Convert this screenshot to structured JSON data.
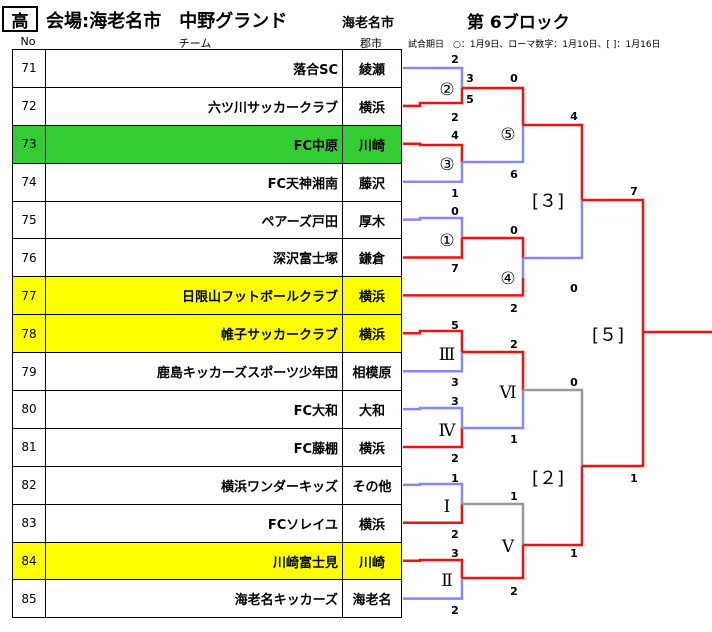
{
  "header": {
    "box": "高",
    "venue": "会場:海老名市　中野グランド",
    "city": "海老名市",
    "block": "第 6ブロック",
    "col_no": "No",
    "col_team": "チーム",
    "col_city": "郡市",
    "legend": "試合期日　○：1月9日、ローマ数字：1月10日、[ ]：1月16日"
  },
  "colors": {
    "win_line": "#ee1111",
    "blue_line": "#8888ee",
    "gray_line": "#999999",
    "green_row": "#33cc33",
    "yellow_row": "#ffff00"
  },
  "teams": [
    {
      "no": "71",
      "name": "落合SC",
      "city": "綾瀬",
      "hl": ""
    },
    {
      "no": "72",
      "name": "六ツ川サッカークラブ",
      "city": "横浜",
      "hl": ""
    },
    {
      "no": "73",
      "name": "FC中原",
      "city": "川崎",
      "hl": "green"
    },
    {
      "no": "74",
      "name": "FC天神湘南",
      "city": "藤沢",
      "hl": ""
    },
    {
      "no": "75",
      "name": "ペアーズ戸田",
      "city": "厚木",
      "hl": ""
    },
    {
      "no": "76",
      "name": "深沢富士塚",
      "city": "鎌倉",
      "hl": ""
    },
    {
      "no": "77",
      "name": "日限山フットボールクラブ",
      "city": "横浜",
      "hl": "yellow"
    },
    {
      "no": "78",
      "name": "帷子サッカークラブ",
      "city": "横浜",
      "hl": "yellow"
    },
    {
      "no": "79",
      "name": "鹿島キッカーズスポーツ少年団",
      "city": "相模原",
      "hl": ""
    },
    {
      "no": "80",
      "name": "FC大和",
      "city": "大和",
      "hl": ""
    },
    {
      "no": "81",
      "name": "FC藤棚",
      "city": "横浜",
      "hl": ""
    },
    {
      "no": "82",
      "name": "横浜ワンダーキッズ",
      "city": "その他",
      "hl": ""
    },
    {
      "no": "83",
      "name": "FCソレイユ",
      "city": "横浜",
      "hl": ""
    },
    {
      "no": "84",
      "name": "川崎富士見",
      "city": "川崎",
      "hl": "yellow"
    },
    {
      "no": "85",
      "name": "海老名キッカーズ",
      "city": "海老名",
      "hl": ""
    }
  ],
  "matches": [
    {
      "id": "m2",
      "label": "②",
      "scores": [
        "3",
        "5"
      ],
      "entry_scores": [
        "2",
        "2"
      ]
    },
    {
      "id": "m3",
      "label": "③",
      "scores": [
        "4",
        "1"
      ]
    },
    {
      "id": "m1",
      "label": "①",
      "scores": [
        "0",
        "7"
      ]
    },
    {
      "id": "m5",
      "label": "⑤",
      "scores": [
        "0",
        "6"
      ]
    },
    {
      "id": "m4",
      "label": "④",
      "scores": [
        "0",
        "2"
      ]
    },
    {
      "id": "b3",
      "label": "[３]",
      "scores": [
        "4",
        "0"
      ]
    },
    {
      "id": "m_iii",
      "label": "Ⅲ",
      "scores": [
        "5",
        "3"
      ]
    },
    {
      "id": "m_iv",
      "label": "Ⅳ",
      "scores": [
        "3",
        "2"
      ]
    },
    {
      "id": "m_vi",
      "label": "Ⅵ",
      "scores": [
        "2",
        "1"
      ]
    },
    {
      "id": "m_i",
      "label": "Ⅰ",
      "scores": [
        "1",
        "2"
      ]
    },
    {
      "id": "m_ii",
      "label": "Ⅱ",
      "scores": [
        "3",
        "2"
      ]
    },
    {
      "id": "m_v",
      "label": "Ⅴ",
      "scores": [
        "1",
        "2"
      ]
    },
    {
      "id": "b2",
      "label": "[２]",
      "scores": [
        "0",
        "1"
      ]
    },
    {
      "id": "b5",
      "label": "[５]",
      "scores": [
        "7",
        "1"
      ]
    }
  ]
}
